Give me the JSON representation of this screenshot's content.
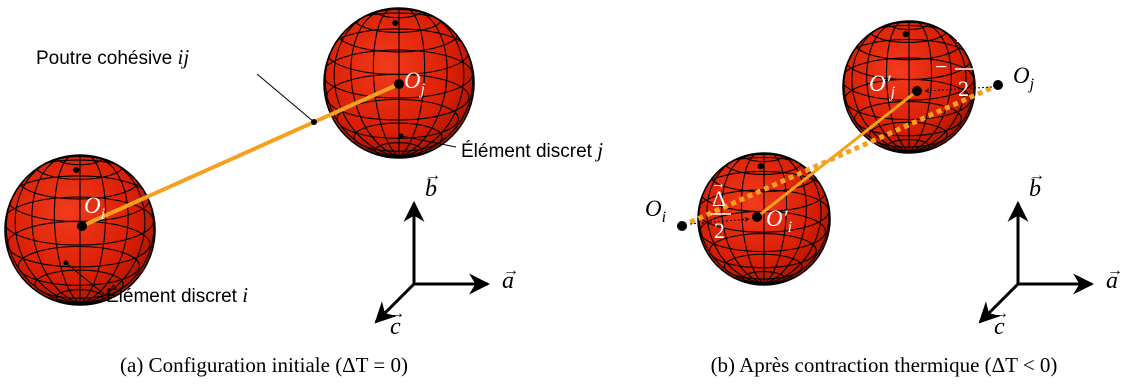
{
  "panel_a": {
    "caption": "(a) Configuration initiale (ΔT = 0)",
    "sphere_i": {
      "label": "O",
      "sub": "i"
    },
    "sphere_j": {
      "label": "O",
      "sub": "j"
    },
    "beam_label": "Poutre cohésive ",
    "beam_label_ij": "ij",
    "element_j_label": "Élément discret ",
    "element_j_var": "j",
    "element_i_label": "Élément discret ",
    "element_i_var": "i",
    "axes": {
      "a": "a",
      "b": "b",
      "c": "c",
      "arrow": "→"
    }
  },
  "panel_b": {
    "caption": "(b) Après contraction thermique (ΔT < 0)",
    "oi_label": "O",
    "oi_sub": "i",
    "oj_label": "O",
    "oj_sub": "j",
    "oip_label": "O′",
    "oip_sub": "i",
    "ojp_label": "O′",
    "ojp_sub": "j",
    "delta": "Δ",
    "two": "2",
    "minus": "−",
    "axes": {
      "a": "a",
      "b": "b",
      "c": "c",
      "arrow": "→"
    }
  },
  "colors": {
    "sphere_fill": "#d81e05",
    "sphere_dark": "#8a0d00",
    "beam": "#f4a11f",
    "ink": "#000000"
  }
}
